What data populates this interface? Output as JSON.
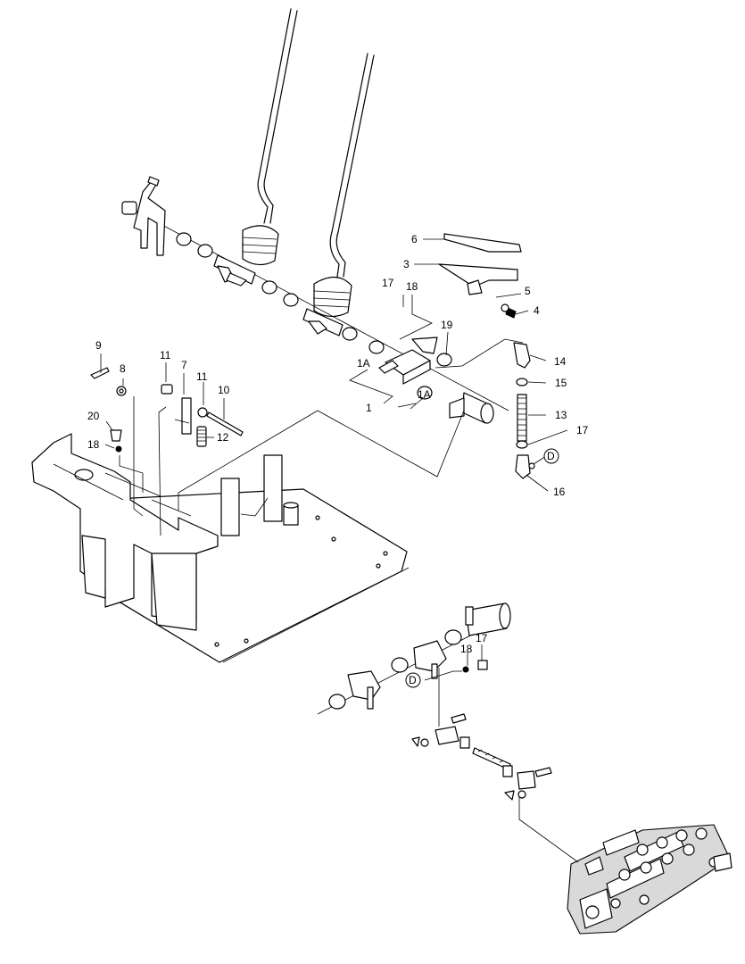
{
  "callouts": {
    "c1": "1",
    "c1A_a": "1A",
    "c1A_b": "1A",
    "c3": "3",
    "c4": "4",
    "c5": "5",
    "c6": "6",
    "c7": "7",
    "c8": "8",
    "c9": "9",
    "c10": "10",
    "c11_a": "11",
    "c11_b": "11",
    "c12": "12",
    "c13": "13",
    "c14": "14",
    "c15": "15",
    "c16": "16",
    "c17_a": "17",
    "c17_b": "17",
    "c17_c": "17",
    "c18_a": "18",
    "c18_b": "18",
    "c18_c": "18",
    "c19": "19",
    "c20": "20"
  },
  "connection_markers": {
    "d_top": "D",
    "d_bottom": "D"
  }
}
